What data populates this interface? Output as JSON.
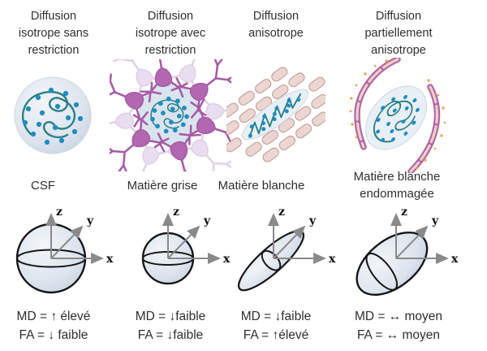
{
  "figure": {
    "axis_labels": {
      "x": "x",
      "y": "y",
      "z": "z"
    },
    "columns": [
      {
        "id": "csf",
        "title_lines": [
          "Diffusion",
          "isotrope sans",
          "restriction"
        ],
        "illustration": "free-water-molecules-icon",
        "tissue_lines": [
          "CSF"
        ],
        "glyph": "large-sphere",
        "md_label": "MD = ↑ élevé",
        "fa_label": "FA = ↓ faible"
      },
      {
        "id": "gray-matter",
        "title_lines": [
          "Diffusion",
          "isotrope avec",
          "restriction"
        ],
        "illustration": "neurons-restricted-water-icon",
        "tissue_lines": [
          "Matière grise"
        ],
        "glyph": "small-sphere",
        "md_label": "MD = ↓faible",
        "fa_label": "FA = ↓faible"
      },
      {
        "id": "white-matter",
        "title_lines": [
          "Diffusion",
          "anisotrope"
        ],
        "illustration": "axon-fiber-bundle-icon",
        "tissue_lines": [
          "Matière blanche"
        ],
        "glyph": "elongated-ellipsoid",
        "md_label": "MD = ↓faible",
        "fa_label": "FA = ↑élevé"
      },
      {
        "id": "damaged-white-matter",
        "title_lines": [
          "Diffusion",
          "partiellement",
          "anisotrope"
        ],
        "illustration": "damaged-axons-icon",
        "tissue_lines": [
          "Matière blanche",
          "endommagée"
        ],
        "glyph": "wide-ellipsoid",
        "md_label": "MD = ↔ moyen",
        "fa_label": "FA = ↔ moyen"
      }
    ],
    "colors": {
      "text": "#333333",
      "molecule_dot": "#1e8dc0",
      "diffusion_path": "#2b7f85",
      "water_circle": "#dde4ed",
      "neuron_magenta": "#a65aa6",
      "neuron_lavender": "#ddd0e8",
      "axon_fill": "#ecd6d1",
      "axon_outline": "#c49e98",
      "damaged_axon": "#b463a7",
      "damage_speckle": "#f1a457",
      "ellipsoid_fill": "#dde4ee",
      "axis_gray": "#8a8a8a"
    }
  }
}
